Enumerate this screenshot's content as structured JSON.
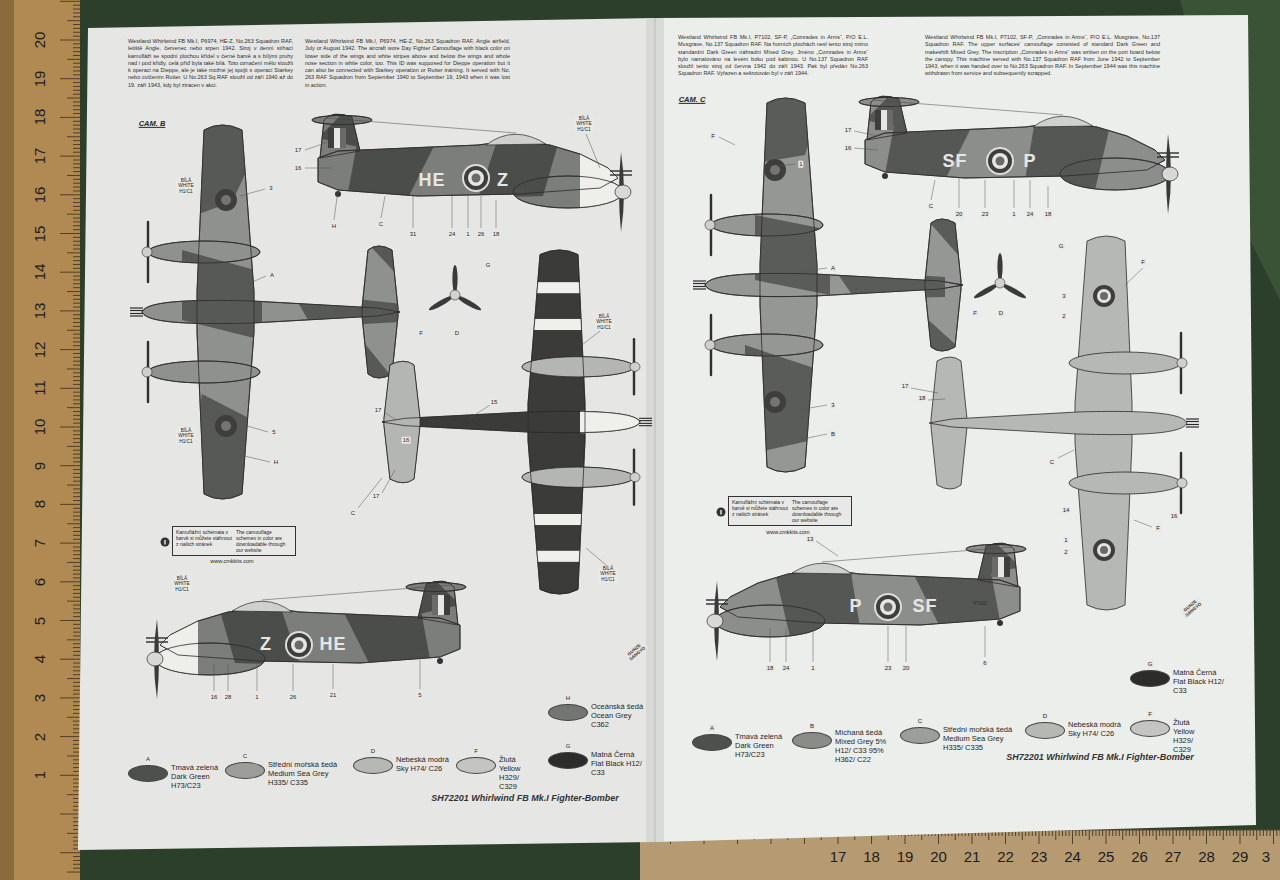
{
  "diagram": {
    "nodes": [
      {
        "text": [
          "Kamuflážní schémata v barvě si můžete stáhnout z našich stránek",
          "The camouflage schemes in color are downloadable through our website"
        ]
      },
      {
        "text": [
          "Kamuflážní schémata v barvě si můžete stáhnout z našich stránek",
          "The camouflage schemes in color are downloadable through our website"
        ]
      }
    ],
    "labels": [
      "20",
      "19",
      "18",
      "17",
      "16",
      "15",
      "14",
      "13",
      "12",
      "11",
      "10",
      "9",
      "8",
      "7",
      "6",
      "5",
      "4",
      "3",
      "2",
      "1",
      "17",
      "18",
      "19",
      "20",
      "21",
      "22",
      "23",
      "24",
      "25",
      "26",
      "27",
      "28",
      "29",
      "3",
      "Westland Whirlwind FB Mk.I, P6974, HE-Z, No.263 Squadron RAF, letiště Angle, červenec nebo srpen 1942. Stroj v denní stíhací kamufláži se spodní plochou křídel v černé barvě a s bílými pruhy nad i pod křídly, celá příď byla také bílá. Toto označení mělo sloužit k operaci na Dieppe, ale je také možné jej spojit s operací Starkey nebo cvičením Rutter. U No.263 Sq RAF sloužil od září 1940 až do 19. září 1943, kdy byl ztracen v akci.",
      "Westland Whirlwind FB Mk.I, P6974, HE-Z, No.263 Squadron RAF, Angle airfield, July or August 1942. The aircraft wore Day Fighter Camouflage with black color on lower side of the wings and white stripes above and below the wings and whole nose section in white color, too. This ID was supposed for Dieppe operation but it can also be connected with Starkey operation or Rutter training. It served with No. 263 RAF Squadron from September 1940 to September 19, 1943 when it was lost in action.",
      "Westland Whirlwind FB Mk.I, P7102, SF-P, „Comrades in Arms“, P/O E.L. Musgrave, No.137 Squadron RAF. Na horních plochách nesl tento stroj mimo standardní Dark Green náhradní Mixed Grey. Jméno „Comrades in Arms“ bylo namalováno na levém boku pod kabinou. U No.137 Squadron RAF sloužil tento stroj od června 1942 do září 1943. Pak byl předán No.263 Squadron RAF. Vyřazen a sešrotován byl v září 1944.",
      "Westland Whirlwind FB Mk.I, P7102, SF-P, „Comrades in Arms“, P/O E.L. Musgrave, No.137 Squadron RAF. The upper surfaces' camouflage consisted of standard Dark Green and makeshift Mixed Grey. The inscription „Comrades in Arms“ was written on the port board below the canopy. This machine served with No.137 Squadron RAF from June 1942 to September 1943, when it was handed over to No.263 Squadron RAF. In September 1944 was this machine withdrawn from service and subsequently scrapped.",
      "CAM. B",
      "CAM. C",
      "BÍLÁ WHITE H1/C1",
      "3",
      "A",
      "BÍLÁ WHITE H1/C1",
      "5",
      "H",
      "17",
      "16",
      "HE",
      "Z",
      "BÍLÁ WHITE H1/C1",
      "H",
      "C",
      "31",
      "24",
      "1",
      "26",
      "18",
      "G",
      "F",
      "D",
      "BÍLÁ WHITE H1/C1",
      "15",
      "17",
      "16",
      "17",
      "C",
      "BÍLÁ WHITE H1/C1",
      "www.cmkkits.com",
      "BÍLÁ WHITE H1/C1",
      "Z",
      "HE",
      "16",
      "28",
      "1",
      "26",
      "21",
      "5",
      "GUNZE SANGYO",
      "H",
      "A",
      "C",
      "D",
      "F",
      "G",
      "SH72201 Whirlwind FB Mk.I Fighter-Bomber",
      "F",
      "1",
      "A",
      "17",
      "16",
      "SF",
      "P",
      "C",
      "20",
      "23",
      "1",
      "24",
      "18",
      "G",
      "F",
      "D",
      "F",
      "3",
      "2",
      "3",
      "B",
      "17",
      "18",
      "C",
      "14",
      "1",
      "2",
      "F",
      "16",
      "www.cmkkits.com",
      "13",
      "P",
      "SF",
      "P7102",
      "18",
      "24",
      "1",
      "23",
      "20",
      "6",
      "GUNZE SANGYO",
      "G",
      "A",
      "B",
      "C",
      "D",
      "F",
      "SH72201 Whirlwind FB Mk.I Fighter-Bomber"
    ],
    "legend": [
      {
        "text": "Tmavá zelená Dark Green H73/C23",
        "color": "#4e504d"
      },
      {
        "text": "Střední mořská šedá Medium Sea Grey H335/ C335",
        "color": "#9c9e9a"
      },
      {
        "text": "Nebeská modrá Sky H74/ C26",
        "color": "#b6b8b4"
      },
      {
        "text": "Žlutá Yellow H329/ C329",
        "color": "#c4c5c2"
      },
      {
        "text": "Matná Černá Flat Black H12/ C33",
        "color": "#2c2d2b"
      },
      {
        "text": "Oceánská šedá Ocean Grey C362",
        "color": "#737572"
      },
      {
        "text": "Tmavá zelená Dark Green H73/C23",
        "color": "#4e504d"
      },
      {
        "text": "Míchaná šedá Mixed Grey 5% H12/ C33 95% H362/ C22",
        "color": "#8a8c88"
      },
      {
        "text": "Střední mořská šedá Medium Sea Grey H335/ C335",
        "color": "#9c9e9a"
      },
      {
        "text": "Nebeská modrá Sky H74/ C26",
        "color": "#b6b8b4"
      },
      {
        "text": "Žlutá Yellow H329/ C329",
        "color": "#c4c5c2"
      },
      {
        "text": "Matná Černá Flat Black H12/ C33",
        "color": "#2c2d2b"
      }
    ]
  }
}
